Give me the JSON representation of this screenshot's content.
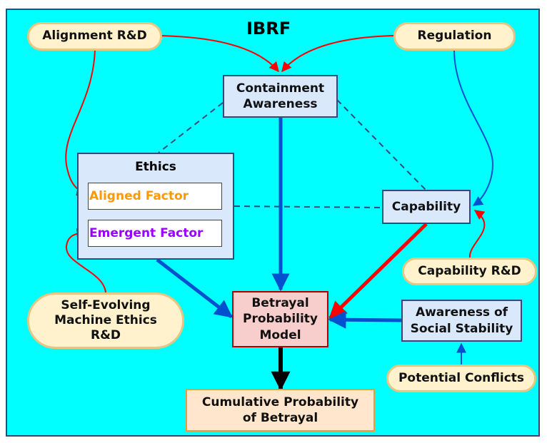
{
  "diagram": {
    "title": "IBRF",
    "colors": {
      "background": "#00ffff",
      "frame_border": "#2e4d7a",
      "aligned_factor_text": "#ff9900",
      "emergent_factor_text": "#9900ff",
      "red_edge": "#ff0000",
      "blue_edge": "#0050d0",
      "black_edge": "#000000"
    },
    "nodes": {
      "alignment_rd": "Alignment R&D",
      "regulation": "Regulation",
      "containment_awareness": [
        "Containment",
        "Awareness"
      ],
      "ethics": "Ethics",
      "aligned_factor": "Aligned Factor",
      "emergent_factor": "Emergent Factor",
      "capability": "Capability",
      "capability_rd": "Capability R&D",
      "self_evolving": [
        "Self-Evolving",
        "Machine Ethics",
        "R&D"
      ],
      "betrayal_model": [
        "Betrayal",
        "Probability",
        "Model"
      ],
      "social_stability": [
        "Awareness of",
        "Social Stability"
      ],
      "potential_conflicts": "Potential Conflicts",
      "cumulative": [
        "Cumulative Probability",
        "of Betrayal"
      ]
    },
    "edges": [
      {
        "from": "Alignment R&D",
        "to": "Containment Awareness",
        "style": "red-thin"
      },
      {
        "from": "Regulation",
        "to": "Containment Awareness",
        "style": "red-thin"
      },
      {
        "from": "Alignment R&D",
        "to": "Aligned Factor",
        "style": "red-thin"
      },
      {
        "from": "Regulation",
        "to": "Capability",
        "style": "blue-thin"
      },
      {
        "from": "Capability R&D",
        "to": "Capability",
        "style": "red-thin"
      },
      {
        "from": "Self-Evolving Machine Ethics R&D",
        "to": "Emergent Factor",
        "style": "red-thin"
      },
      {
        "from": "Containment Awareness",
        "to": "Ethics",
        "style": "dashed"
      },
      {
        "from": "Containment Awareness",
        "to": "Capability",
        "style": "dashed"
      },
      {
        "from": "Ethics",
        "to": "Capability",
        "style": "dashed"
      },
      {
        "from": "Containment Awareness",
        "to": "Betrayal Probability Model",
        "style": "blue-thick"
      },
      {
        "from": "Ethics",
        "to": "Betrayal Probability Model",
        "style": "blue-thick"
      },
      {
        "from": "Capability",
        "to": "Betrayal Probability Model",
        "style": "red-thick"
      },
      {
        "from": "Awareness of Social Stability",
        "to": "Betrayal Probability Model",
        "style": "blue-thick"
      },
      {
        "from": "Potential Conflicts",
        "to": "Awareness of Social Stability",
        "style": "blue-thin"
      },
      {
        "from": "Betrayal Probability Model",
        "to": "Cumulative Probability of Betrayal",
        "style": "black-thick"
      }
    ]
  }
}
